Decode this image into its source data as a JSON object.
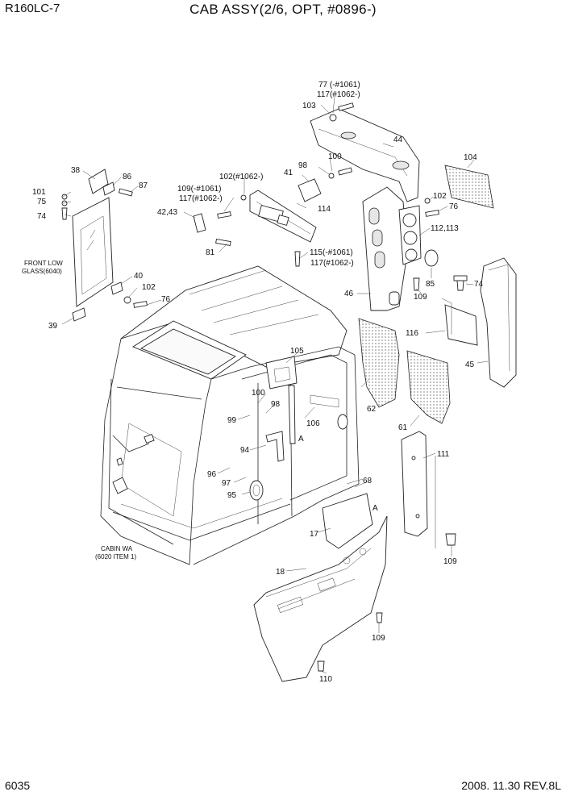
{
  "header": {
    "model": "R160LC-7",
    "title": "CAB ASSY(2/6, OPT, #0896-)"
  },
  "footer": {
    "page": "6035",
    "revision": "2008. 11.30  REV.8L"
  },
  "labels": {
    "l77": "77 (-#1061)",
    "l117a": "117(#1062-)",
    "l103": "103",
    "l44": "44",
    "l100a": "100",
    "l98a": "98",
    "l41": "41",
    "l104": "104",
    "l38": "38",
    "l86": "86",
    "l87": "87",
    "l101": "101",
    "l75": "75",
    "l74a": "74",
    "l102a": "102(#1062-)",
    "l109a": "109(-#1061)",
    "l117b": "117(#1062-)",
    "l42": "42,43",
    "l114": "114",
    "l102b": "102",
    "l76a": "76",
    "l112": "112,113",
    "l81": "81",
    "l115": "115(-#1061)",
    "l117c": "117(#1062-)",
    "l85": "85",
    "l74b": "74",
    "front_glass_1": "FRONT LOW",
    "front_glass_2": "GLASS(6040)",
    "l40": "40",
    "l102c": "102",
    "l76b": "76",
    "l46": "46",
    "l109b": "109",
    "l39": "39",
    "l116": "116",
    "l105": "105",
    "l45": "45",
    "l100b": "100",
    "l98b": "98",
    "l62": "62",
    "l99": "99",
    "l106": "106",
    "l61": "61",
    "lA1": "A",
    "l94": "94",
    "l111": "111",
    "l96": "96",
    "l97": "97",
    "l95": "95",
    "l68": "68",
    "lA2": "A",
    "l17": "17",
    "l109c": "109",
    "cabin_1": "CABIN WA",
    "cabin_2": "(6020 ITEM 1)",
    "l18": "18",
    "l109d": "109",
    "l110": "110"
  }
}
